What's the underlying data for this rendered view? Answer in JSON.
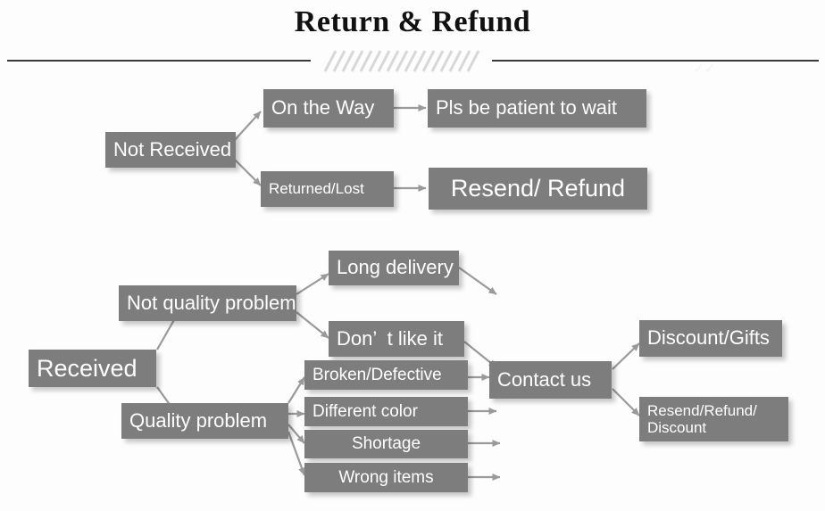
{
  "header": {
    "title": "Return & Refund",
    "divider_icon": "hatch-divider"
  },
  "flow_not_received": {
    "root": {
      "label": "Not Received"
    },
    "branches": [
      {
        "label": "On the Way",
        "outcome": "Pls be patient to wait"
      },
      {
        "label": "Returned/Lost",
        "outcome": "Resend/ Refund"
      }
    ]
  },
  "flow_received": {
    "root": {
      "label": "Received"
    },
    "not_quality": {
      "label": "Not quality problem",
      "items": [
        "Long delivery",
        "Don’  t like it"
      ]
    },
    "quality": {
      "label": "Quality problem",
      "items": [
        "Broken/Defective",
        "Different color",
        "Shortage",
        "Wrong items"
      ]
    },
    "contact": {
      "label": "Contact us"
    },
    "resolutions": [
      {
        "label": "Discount/Gifts"
      },
      {
        "label": "Resend/Refund/\nDiscount"
      }
    ]
  },
  "colors": {
    "box_fill": "#7d7d7d",
    "box_text": "#ffffff",
    "connector": "#9a9a9a",
    "rule": "#3a3a3e",
    "hatch": "#d8d8d8",
    "background": "#fdfdfd"
  }
}
